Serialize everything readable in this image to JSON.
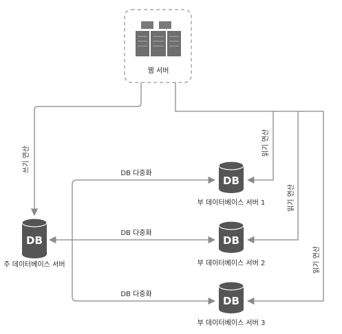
{
  "web_server": {
    "label": "웹 서버"
  },
  "master_db": {
    "icon_text": "DB",
    "label": "주 데이터베이스 서버"
  },
  "slaves": [
    {
      "icon_text": "DB",
      "label": "부 데이터베이스 서버 1"
    },
    {
      "icon_text": "DB",
      "label": "부 데이터베이스 서버 2"
    },
    {
      "icon_text": "DB",
      "label": "부 데이터베이스 서버 3"
    }
  ],
  "edges": {
    "write_label": "쓰기 연산",
    "read_label": "읽기 연산",
    "replication_label": "DB 다중화"
  },
  "colors": {
    "line": "#9a9a9a",
    "db": "#555555",
    "server": "#6e6e6e",
    "dash": "#a8a8a8"
  }
}
